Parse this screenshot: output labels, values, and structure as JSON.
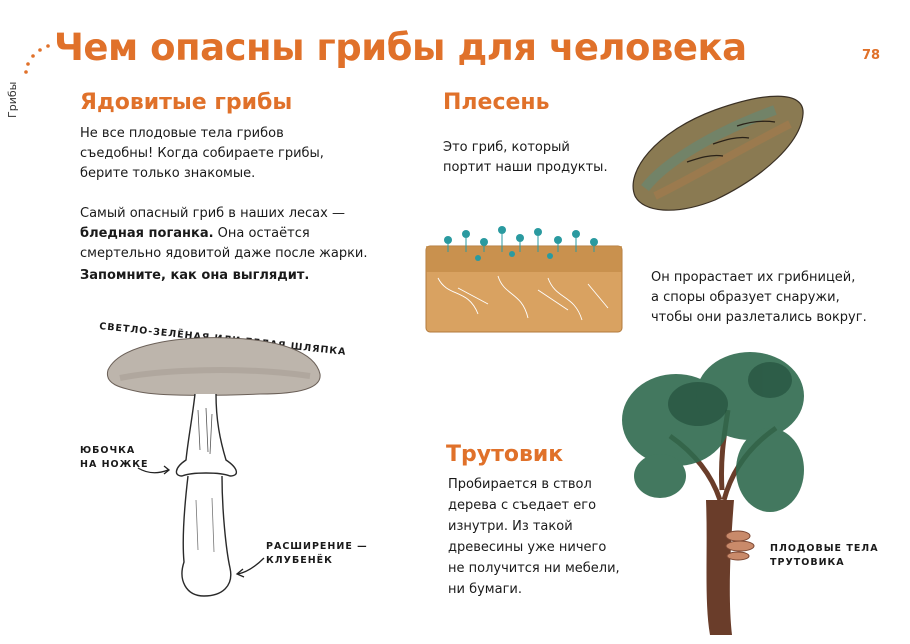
{
  "page": {
    "title": "Чем опасны грибы для человека",
    "page_number": "78",
    "side_label": "Грибы"
  },
  "poisonous": {
    "heading": "Ядовитые грибы",
    "p1_line1": "Не все плодовые тела грибов",
    "p1_line2": "съедобны! Когда собираете грибы,",
    "p1_line3": "берите только знакомые.",
    "p2_line1": "Самый опасный гриб в наших лесах —",
    "p2_bold": "бледная поганка.",
    "p2_line2_rest": " Она остаётся",
    "p2_line3": "смертельно ядовитой даже после жарки.",
    "remember": "Запомните, как она выглядит.",
    "cap_label": "СВЕТЛО-ЗЕЛЁНАЯ ИЛИ БЕЛАЯ ШЛЯПКА",
    "skirt_label_1": "ЮБОЧКА",
    "skirt_label_2": "НА НОЖКЕ",
    "bulb_label_1": "РАСШИРЕНИЕ —",
    "bulb_label_2": "КЛУБЕНЁК"
  },
  "mold": {
    "heading": "Плесень",
    "p1_line1": "Это гриб, который",
    "p1_line2": "портит наши продукты.",
    "p2_line1": "Он прорастает их грибницей,",
    "p2_line2": "а споры образует снаружи,",
    "p2_line3": "чтобы они разлетались вокруг."
  },
  "polypore": {
    "heading": "Трутовик",
    "line1": "Пробирается в ствол",
    "line2": "дерева с съедает его",
    "line3": "изнутри. Из такой",
    "line4": "древесины уже ничего",
    "line5": "не получится ни мебели,",
    "line6": "ни бумаги.",
    "label_1": "ПЛОДОВЫЕ ТЕЛА",
    "label_2": "ТРУТОВИКА"
  },
  "colors": {
    "accent": "#e0712a",
    "text": "#1a1a1a"
  }
}
